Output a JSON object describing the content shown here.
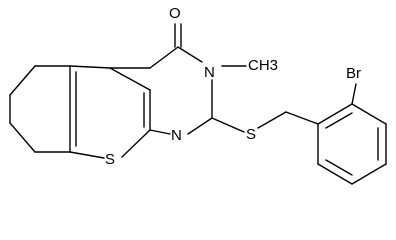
{
  "diagram": {
    "type": "chemical-structure",
    "background": "#ffffff",
    "ink": "#000000",
    "atoms": {
      "oxygen": "O",
      "nitrogen_methyl": "N",
      "methyl": "CH3",
      "nitrogen_ring": "N",
      "sulfur_ring": "S",
      "sulfur_thioether": "S",
      "bromine": "Br"
    }
  }
}
